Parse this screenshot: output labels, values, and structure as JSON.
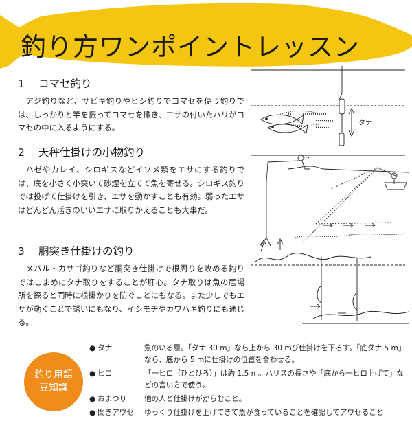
{
  "header": {
    "title": "釣り方ワンポイントレッスン"
  },
  "lessons": [
    {
      "number": "1",
      "heading": "コマセ釣り",
      "body": "アジ釣りなど、サビキ釣りやビシ釣りでコマセを使う釣りでは、しっかりと竿を振ってコマセを撒き、エサの付いたハリがコマセの中に入るようにする。"
    },
    {
      "number": "2",
      "heading": "天秤仕掛けの小物釣り",
      "body": "ハゼやカレイ、シロギスなどイソメ類をエサにする釣りでは、底を小さく小突いて砂煙を立てて魚を寄せる。シロギス釣りでは投げて仕掛けを引き、エサを動かすことも有効。弱ったエサはどんどん活きのいいエサに取りかえることも大事だ。"
    },
    {
      "number": "3",
      "heading": "胴突き仕掛けの釣り",
      "body": "メバル・カサゴ釣りなど胴突き仕掛けで根周りを攻める釣りではこまめにタナ取りをすることが肝心。タナ取りは魚の居場所を探ると同時に根掛かりを防ぐことにもなる。また少しでもエサが動くことで誘いにもなり、イシモチやカワハギ釣りにも通じる。"
    }
  ],
  "illustration": {
    "tana_label": "タナ"
  },
  "glossary": {
    "badge_line1": "釣り用語",
    "badge_line2": "豆知識",
    "bullet": "●",
    "terms": [
      {
        "name": "タナ",
        "definition": "魚のいる層。「タナ 30 m」なら上から 30 mび仕掛けを下ろす。「底ダナ 5 m」なら、底から 5 mに仕掛けの位置を合わせる。"
      },
      {
        "name": "ヒロ",
        "definition": "「一ヒロ（ひとひろ）」は約 1.5 m。ハリスの長さや「底から一ヒロ上げて」などの言い方で使う。"
      },
      {
        "name": "おまつり",
        "definition": "他の人と仕掛けがからむこと。"
      },
      {
        "name": "聞きアワセ",
        "definition": "ゆっくり仕掛けを上げてきて魚が食っていることを確認してアワセること"
      }
    ]
  },
  "colors": {
    "banner": "#f5c611",
    "badge": "#f08c1c",
    "text": "#222222"
  }
}
